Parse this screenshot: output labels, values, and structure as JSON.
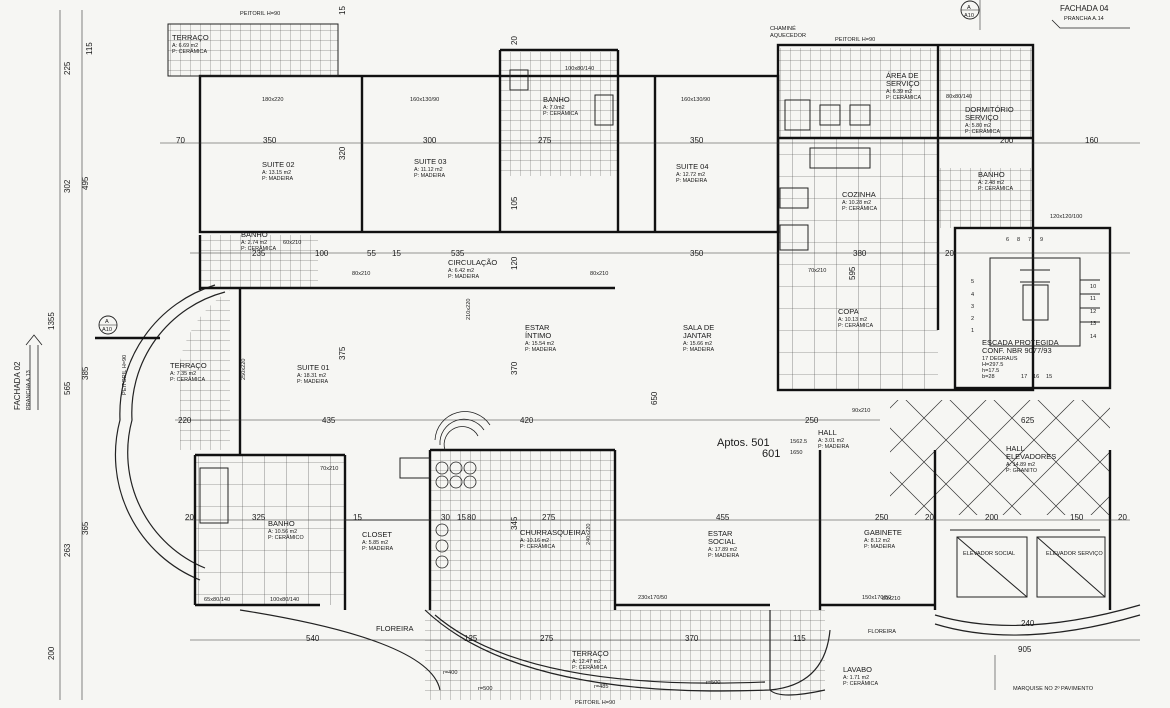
{
  "rooms": [
    {
      "id": "terraco-top",
      "name": "TERRAÇO",
      "area": "A: 6.69 m2",
      "floor": "P: CERÂMICA"
    },
    {
      "id": "banho-top",
      "name": "BANHO",
      "area": "A: 7.0m2",
      "floor": "P: CERÂMICA"
    },
    {
      "id": "area-servico",
      "name": "ÁREA DE SERVIÇO",
      "area": "A: 6.39 m2",
      "floor": "P: CERÂMICA"
    },
    {
      "id": "dormitorio-servico",
      "name": "DORMITÓRIO SERVIÇO",
      "area": "A: 5.80 m2",
      "floor": "P: CERÂMICA"
    },
    {
      "id": "suite02",
      "name": "SUITE 02",
      "area": "A: 13.15 m2",
      "floor": "P: MADEIRA"
    },
    {
      "id": "suite03",
      "name": "SUITE 03",
      "area": "A: 11.12 m2",
      "floor": "P: MADEIRA"
    },
    {
      "id": "suite04",
      "name": "SUITE 04",
      "area": "A: 12.72 m2",
      "floor": "P: MADEIRA"
    },
    {
      "id": "cozinha",
      "name": "COZINHA",
      "area": "A: 10.28 m2",
      "floor": "P: CERÂMICA"
    },
    {
      "id": "banho-serv",
      "name": "BANHO",
      "area": "A: 2.48 m2",
      "floor": "P: CERÂMICA"
    },
    {
      "id": "banho-mid",
      "name": "BANHO",
      "area": "A: 2.74 m2",
      "floor": "P: CERÂMICA"
    },
    {
      "id": "circulacao",
      "name": "CIRCULAÇÃO",
      "area": "A: 6.42 m2",
      "floor": "P: MADEIRA"
    },
    {
      "id": "copa",
      "name": "COPA",
      "area": "A: 10.13 m2",
      "floor": "P: CERÂMICA"
    },
    {
      "id": "terraco-left",
      "name": "TERRAÇO",
      "area": "A: 7.35 m2",
      "floor": "P: CERÂMICA"
    },
    {
      "id": "suite01",
      "name": "SUITE 01",
      "area": "A: 18.31 m2",
      "floor": "P: MADEIRA"
    },
    {
      "id": "estar-intimo",
      "name": "ESTAR ÍNTIMO",
      "area": "A: 15.54 m2",
      "floor": "P: MADEIRA"
    },
    {
      "id": "sala-jantar",
      "name": "SALA DE JANTAR",
      "area": "A: 15.66 m2",
      "floor": "P: MADEIRA"
    },
    {
      "id": "hall",
      "name": "HALL",
      "area": "A: 3.01 m2",
      "floor": "P: MADEIRA"
    },
    {
      "id": "hall-elev",
      "name": "HALL ELEVADORES",
      "area": "A: 14.89 m2",
      "floor": "P: GRANITO"
    },
    {
      "id": "banho-suite01",
      "name": "BANHO",
      "area": "A: 10.56 m2",
      "floor": "P: CERÂMICO"
    },
    {
      "id": "closet",
      "name": "CLOSET",
      "area": "A: 5.85 m2",
      "floor": "P: MADEIRA"
    },
    {
      "id": "churrasqueira",
      "name": "CHURRASQUEIRA",
      "area": "A: 10.16 m2",
      "floor": "P: CERÂMICA"
    },
    {
      "id": "estar-social",
      "name": "ESTAR SOCIAL",
      "area": "A: 17.89 m2",
      "floor": "P: MADEIRA"
    },
    {
      "id": "gabinete",
      "name": "GABINETE",
      "area": "A: 8.12 m2",
      "floor": "P: MADEIRA"
    },
    {
      "id": "terraco-bottom",
      "name": "TERRAÇO",
      "area": "A: 12.47 m2",
      "floor": "P: CERÂMICA"
    },
    {
      "id": "lavabo",
      "name": "LAVABO",
      "area": "A: 1.71 m2",
      "floor": "P: CERÂMICA"
    }
  ],
  "labels": {
    "fachada_top_title": "FACHADA 04",
    "fachada_top_ref": "PRANCHA A.14",
    "fachada_left_title": "FACHADA 02",
    "fachada_left_ref": "PRANCHA A.13",
    "section_mark_top": "A",
    "section_mark_top_sheet": "A10",
    "section_mark_left": "A",
    "section_mark_left_sheet": "A10",
    "aptos": "Aptos. 501",
    "apto601": "601",
    "level_501": "1562.5",
    "level_601": "1650",
    "escada_title": "ESCADA PROTEGIDA",
    "escada_norm": "CONF. NBR 9077/93",
    "escada_degraus": "17 DEGRAUS",
    "escada_h": "H=297.5",
    "escada_hdeg": "h=17.5",
    "escada_b": "b=28",
    "elev_social": "ELEVADOR SOCIAL",
    "elev_servico": "ELEVADOR SERVIÇO",
    "floreira_left": "FLOREIRA",
    "floreira_right": "FLOREIRA",
    "peitoril_top_left": "PEITORIL H=90",
    "peitoril_top_right": "PEITORIL H=90",
    "peitoril_bottom": "PEITORIL H=90",
    "peitoril_left": "PEITORIL H=90",
    "chamine": "CHAMINÉ",
    "aquecedor": "AQUECEDOR",
    "marquise": "MARQUISE NO 2º PAVIMENTO"
  },
  "windows": {
    "w_180": "180x220",
    "w_160a": "160x130/90",
    "w_100": "100x80/140",
    "w_160b": "160x130/90",
    "w_80a": "80x80/140",
    "w_120": "120x120/100",
    "w_65": "65x80/140",
    "w_100b": "100x80/140",
    "w_230": "230x170/50",
    "w_150": "150x170/50",
    "w_250": "250x220",
    "w_210": "210x220",
    "w_240": "240x220"
  },
  "doors": [
    "80x210",
    "70x210",
    "60x210",
    "80x210",
    "70x210",
    "90x210",
    "80x210"
  ],
  "dims": {
    "top_row": [
      "70",
      "350",
      "300",
      "275",
      "350",
      "200",
      "160"
    ],
    "mid_row": [
      "235",
      "100",
      "55",
      "15",
      "535",
      "350",
      "380",
      "20"
    ],
    "row_lower": [
      "220",
      "435",
      "420",
      "250",
      "625"
    ],
    "row_bottom": [
      "20",
      "325",
      "15",
      "30",
      "15",
      "80",
      "275",
      "455",
      "250",
      "20",
      "200",
      "150",
      "20"
    ],
    "base_row": [
      "540",
      "125",
      "275",
      "370",
      "115",
      "240",
      "905"
    ],
    "left_top": [
      "115",
      "225"
    ],
    "left_v": [
      "302",
      "495",
      "1355",
      "565",
      "385",
      "365",
      "263",
      "200"
    ],
    "vertical_mid": [
      "320",
      "105",
      "120",
      "375",
      "370",
      "650",
      "345",
      "595",
      "15",
      "20"
    ],
    "radii": [
      "r=400",
      "r=500",
      "r=485",
      "r=500"
    ]
  },
  "stairs_numbers": [
    "8",
    "7",
    "6",
    "9",
    "10",
    "11",
    "12",
    "13",
    "14",
    "17",
    "16",
    "15",
    "5",
    "4",
    "3",
    "2",
    "1"
  ]
}
